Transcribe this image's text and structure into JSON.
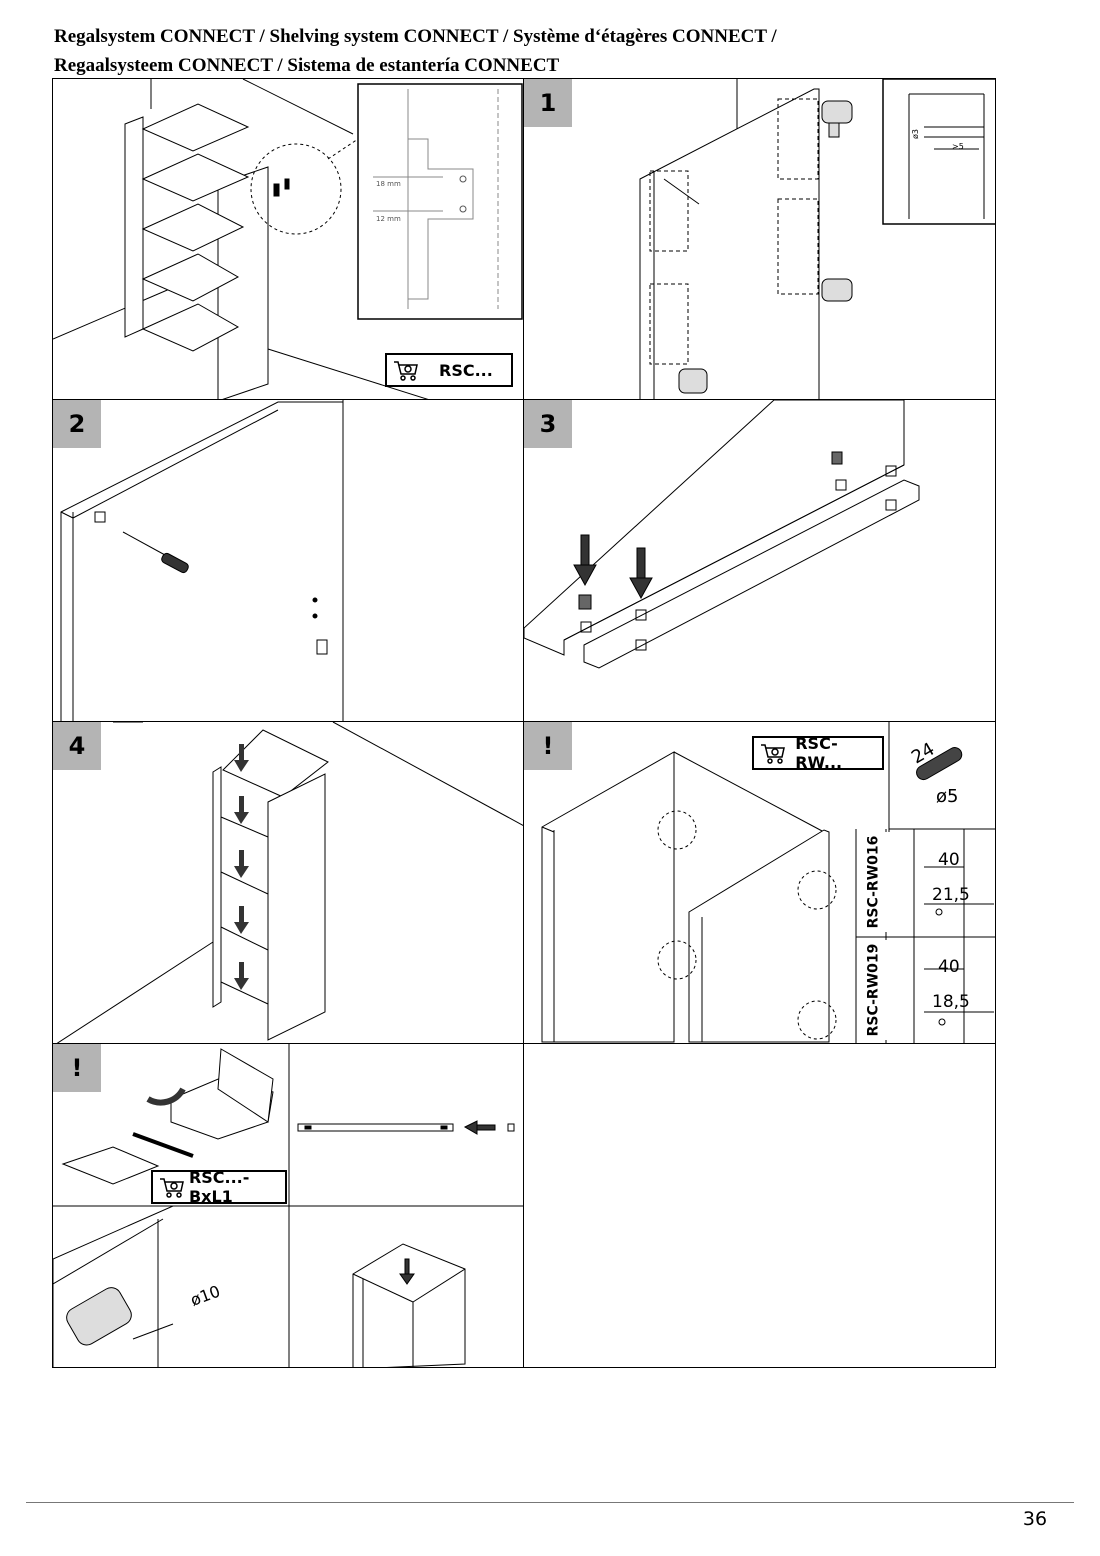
{
  "title": {
    "line1": "Regalsystem CONNECT / Shelving system CONNECT / Système d‘étagères CONNECT /",
    "line2": "Regaalsysteem CONNECT / Sistema de estantería CONNECT"
  },
  "overview": {
    "tag_label": "RSC...",
    "dim_a": "18 mm",
    "dim_b": "12 mm"
  },
  "step1": {
    "number": "1",
    "hole_diameter": "ø3",
    "hole_depth": ">5"
  },
  "step2": {
    "number": "2"
  },
  "step3": {
    "number": "3"
  },
  "step4": {
    "number": "4"
  },
  "note1": {
    "marker": "!",
    "tag_label": "RSC-RW...",
    "dowel_length": "24",
    "dowel_diameter": "ø5",
    "rw016": {
      "code": "RSC-RW016",
      "dim_top": "40",
      "dim_bottom": "21,5"
    },
    "rw019": {
      "code": "RSC-RW019",
      "dim_top": "40",
      "dim_bottom": "18,5"
    }
  },
  "note2": {
    "marker": "!",
    "tag_label": "RSC...-BxL1",
    "drill_diameter": "ø10"
  },
  "page_number": "36",
  "colors": {
    "step_badge": "#b4b4b4",
    "line": "#000000",
    "footer_line": "#777777"
  },
  "icons": [
    "shopping-cart-icon",
    "arrow-down-icon",
    "arrow-left-icon",
    "drill-icon",
    "screwdriver-icon",
    "rotate-arrow-icon"
  ]
}
